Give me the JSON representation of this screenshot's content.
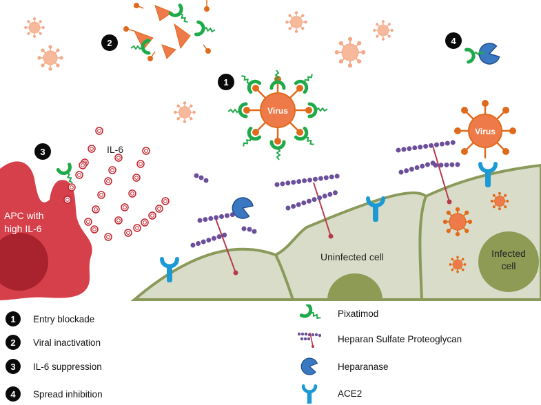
{
  "scene": {
    "virus_label": "Virus",
    "apc_label_line1": "APC with",
    "apc_label_line2": "high IL-6",
    "il6_label": "IL-6",
    "uninfected_label": "Uninfected cell",
    "infected_label_line1": "Infected",
    "infected_label_line2": "cell",
    "step_numbers": [
      "1",
      "2",
      "3",
      "4"
    ]
  },
  "legend_left": [
    {
      "number": "1",
      "text": "Entry blockade"
    },
    {
      "number": "2",
      "text": "Viral inactivation"
    },
    {
      "number": "3",
      "text": "IL-6 suppression"
    },
    {
      "number": "4",
      "text": "Spread inhibition"
    }
  ],
  "legend_right": [
    {
      "icon": "pixatimod-icon",
      "text": "Pixatimod"
    },
    {
      "icon": "heparan-sulfate-proteoglycan-icon",
      "text": "Heparan Sulfate Proteoglycan"
    },
    {
      "icon": "heparanase-icon",
      "text": "Heparanase"
    },
    {
      "icon": "ace2-icon",
      "text": "ACE2"
    }
  ],
  "colors": {
    "virus": "#ee7a4a",
    "virus_pale": "#f7b99c",
    "spike": "#e06a1c",
    "pixatimod": "#1faa4a",
    "hspg_chain": "#6b4f9a",
    "hspg_core": "#b53a4a",
    "heparanase": "#3a78c2",
    "ace2": "#1d9ad6",
    "cell_fill": "#d9dcc8",
    "cell_border": "#8a9a5a",
    "nucleus": "#8e9b55",
    "apc": "#d6404a",
    "apc_nucleus": "#a8232e"
  }
}
